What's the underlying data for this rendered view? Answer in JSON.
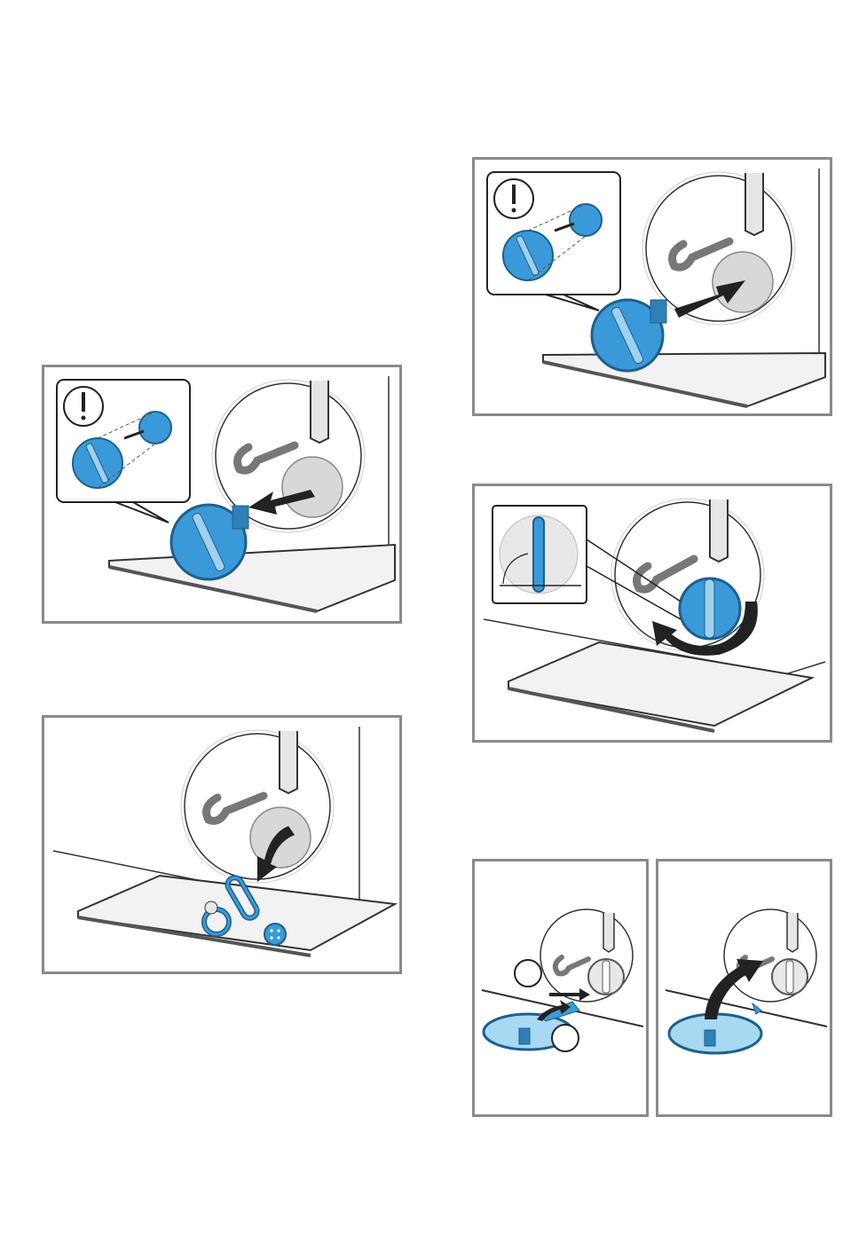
{
  "figures": [
    {
      "id": "fig-remove-filter",
      "caption": ""
    },
    {
      "id": "fig-insert-filter",
      "caption": ""
    },
    {
      "id": "fig-clean-debris",
      "caption": ""
    },
    {
      "id": "fig-turn-filter",
      "caption": ""
    },
    {
      "id": "fig-attach-cover",
      "caption": ""
    },
    {
      "id": "fig-close-cover",
      "caption": ""
    }
  ],
  "callouts": {
    "one": "",
    "two": ""
  },
  "colors": {
    "filter_blue": "#3a9ad9",
    "filter_dark": "#1d5f8f",
    "frame": "#8a8a8a",
    "arrow": "#1a1a1a"
  },
  "icons": [
    "exclamation-icon",
    "arrow-icon",
    "filter-icon",
    "paperclip-icon",
    "ring-icon",
    "button-icon"
  ]
}
